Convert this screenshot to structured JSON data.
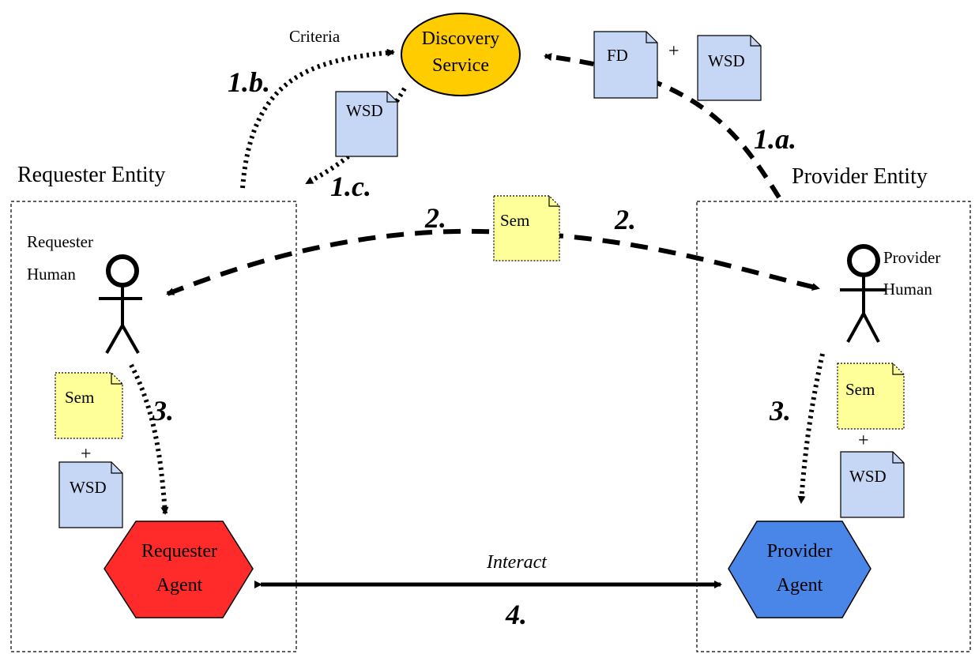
{
  "discovery": {
    "line1": "Discovery",
    "line2": "Service",
    "criteria": "Criteria",
    "color": "#FFCC00"
  },
  "requester": {
    "entity_label": "Requester Entity",
    "human_line1": "Requester",
    "human_line2": "Human",
    "agent_line1": "Requester",
    "agent_line2": "Agent",
    "agent_color": "#FF2B2B"
  },
  "provider": {
    "entity_label": "Provider Entity",
    "human_line1": "Provider",
    "human_line2": "Human",
    "agent_line1": "Provider",
    "agent_line2": "Agent",
    "agent_color": "#4A86E8"
  },
  "documents": {
    "fd": "FD",
    "wsd": "WSD",
    "sem": "Sem",
    "plus": "+",
    "wsd_color": "#C6D7F5",
    "sem_color": "#FFFF99"
  },
  "steps": {
    "s1a": "1.a.",
    "s1b": "1.b.",
    "s1c": "1.c.",
    "s2": "2.",
    "s3": "3.",
    "s4": "4.",
    "interact": "Interact"
  }
}
